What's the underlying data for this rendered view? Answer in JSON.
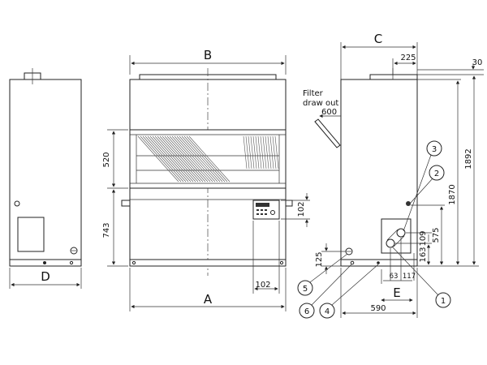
{
  "letters": {
    "a": "A",
    "b": "B",
    "c": "C",
    "d": "D",
    "e": "E"
  },
  "dims": {
    "d520": "520",
    "d743": "743",
    "d102a": "102",
    "d102b": "102",
    "d225": "225",
    "d30": "30",
    "d600": "600",
    "d1870": "1870",
    "d1892": "1892",
    "d109": "109",
    "d575": "575",
    "d163": "163",
    "d125": "125",
    "d63": "63",
    "d117": "117",
    "d590": "590"
  },
  "filter_note": {
    "line1": "Filter",
    "line2": "draw out"
  },
  "callouts": [
    "1",
    "2",
    "3",
    "4",
    "5",
    "6"
  ]
}
